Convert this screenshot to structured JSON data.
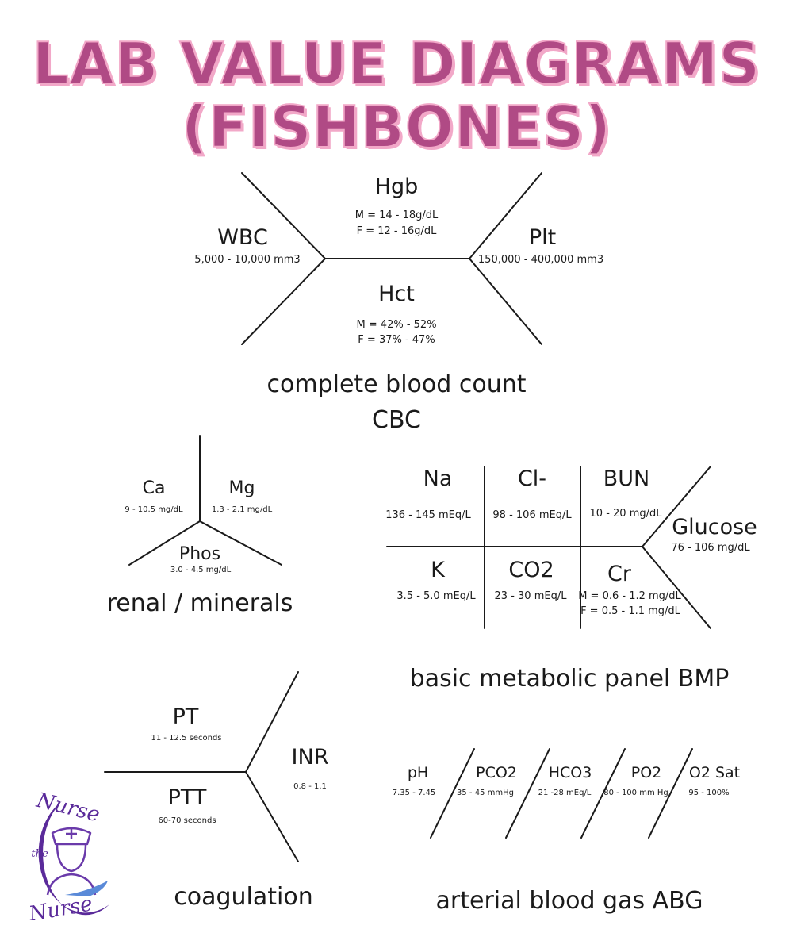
{
  "title": {
    "line1": "LAB VALUE DIAGRAMS",
    "line2": "(FISHBONES)"
  },
  "cbc": {
    "hgb": {
      "label": "Hgb",
      "range_m": "M = 14 - 18g/dL",
      "range_f": "F = 12 - 16g/dL"
    },
    "wbc": {
      "label": "WBC",
      "range": "5,000 - 10,000 mm3"
    },
    "plt": {
      "label": "Plt",
      "range": "150,000 - 400,000 mm3"
    },
    "hct": {
      "label": "Hct",
      "range_m": "M = 42% - 52%",
      "range_f": "F = 37% - 47%"
    },
    "caption_line1": "complete blood count",
    "caption_line2": "CBC"
  },
  "renal": {
    "ca": {
      "label": "Ca",
      "range": "9 - 10.5 mg/dL"
    },
    "mg": {
      "label": "Mg",
      "range": "1.3 - 2.1 mg/dL"
    },
    "phos": {
      "label": "Phos",
      "range": "3.0 - 4.5 mg/dL"
    },
    "caption": "renal / minerals"
  },
  "bmp": {
    "na": {
      "label": "Na",
      "range": "136 - 145 mEq/L"
    },
    "cl": {
      "label": "Cl-",
      "range": "98 - 106 mEq/L"
    },
    "bun": {
      "label": "BUN",
      "range": "10 - 20 mg/dL"
    },
    "glucose": {
      "label": "Glucose",
      "range": "76 - 106 mg/dL"
    },
    "k": {
      "label": "K",
      "range": "3.5 - 5.0 mEq/L"
    },
    "co2": {
      "label": "CO2",
      "range": "23 - 30 mEq/L"
    },
    "cr": {
      "label": "Cr",
      "range_m": "M = 0.6 - 1.2 mg/dL",
      "range_f": "F = 0.5 - 1.1 mg/dL"
    },
    "caption": "basic metabolic panel BMP"
  },
  "coag": {
    "pt": {
      "label": "PT",
      "range": "11 - 12.5 seconds"
    },
    "ptt": {
      "label": "PTT",
      "range": "60-70 seconds"
    },
    "inr": {
      "label": "INR",
      "range": "0.8 - 1.1"
    },
    "caption": "coagulation"
  },
  "abg": {
    "ph": {
      "label": "pH",
      "range": "7.35 - 7.45"
    },
    "pco2": {
      "label": "PCO2",
      "range": "35 - 45 mmHg"
    },
    "hco3": {
      "label": "HCO3",
      "range": "21 -28 mEq/L"
    },
    "po2": {
      "label": "PO2",
      "range": "80 - 100 mm Hg"
    },
    "o2sat": {
      "label": "O2 Sat",
      "range": "95 - 100%"
    },
    "caption": "arterial blood gas ABG"
  },
  "logo": {
    "top": "Nurse",
    "middle": "the",
    "bottom": "Nurse",
    "color": "#5a2a9a"
  },
  "colors": {
    "title_fill": "#b04a85",
    "title_outline": "#f2a8c8",
    "ink": "#1a1a1a"
  }
}
